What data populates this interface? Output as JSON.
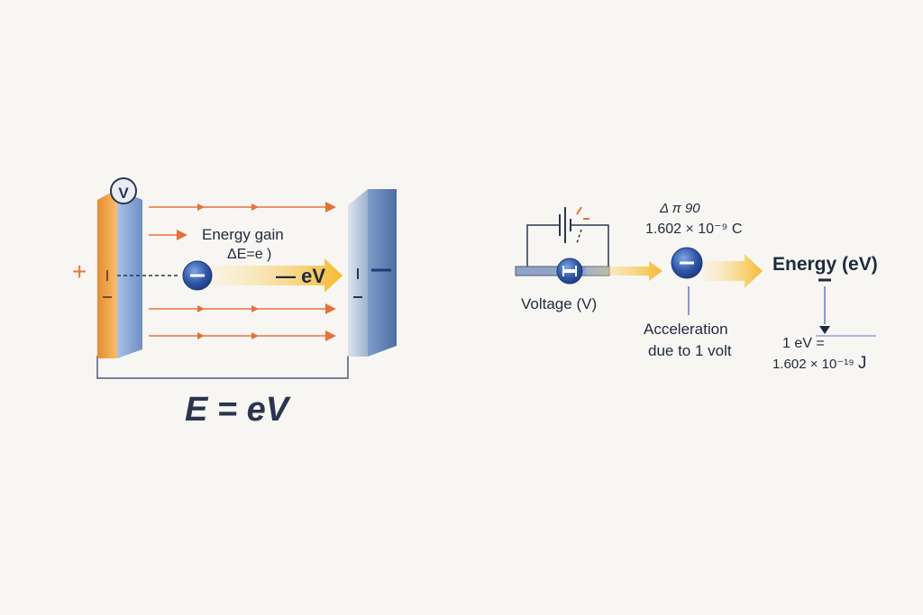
{
  "left_panel": {
    "voltage_badge": "V",
    "plus_sign": "+",
    "energy_gain": "Energy gain",
    "delta_e": "ΔE=e )",
    "ev_label": "— eV",
    "formula": "E = eV",
    "field_lines_count": 5
  },
  "right_panel": {
    "delta_label": "Δ π 90",
    "charge": "1.602 × 10⁻⁹ C",
    "voltage": "Voltage (V)",
    "acceleration_line1": "Acceleration",
    "acceleration_line2": "due to 1 volt",
    "energy_ev": "Energy (eV)",
    "one_ev": "1 eV =",
    "joule_value": "1.602 × 10⁻¹⁹",
    "joule_unit": "J"
  },
  "colors": {
    "background": "#f8f6f2",
    "positive_plate": "#f0a04b",
    "negative_plate": "#6e8fc4",
    "field_arrow": "#e8703a",
    "electron": "#2f56a8",
    "energy_arrow": "#f5b92e",
    "text": "#1f2a3d"
  }
}
